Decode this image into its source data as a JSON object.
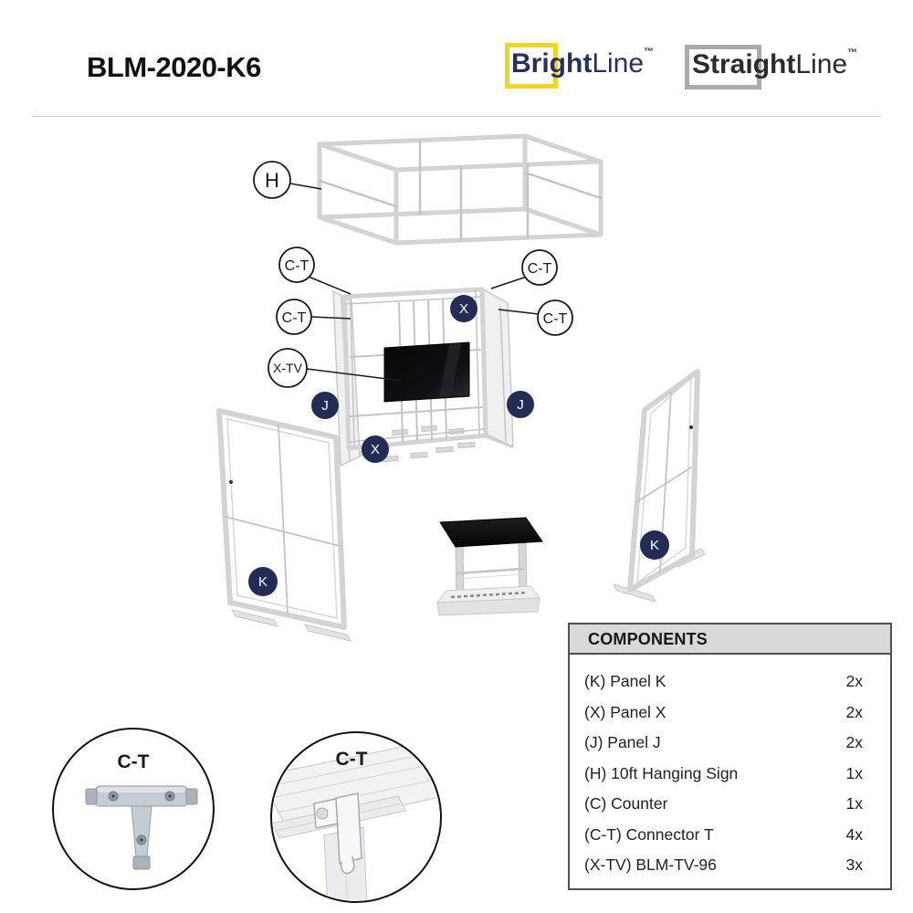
{
  "colors": {
    "navy": "#242b54",
    "brand-navy": "#262f5e",
    "brand-yellow": "#f0d71e",
    "brand-gray": "#ababab",
    "ink": "#1a1a1a",
    "steel": "#d3d3d6",
    "table-border": "#4f4f4f",
    "table-header-bg": "#d9d9d9"
  },
  "header": {
    "title": "BLM-2020-K6",
    "logos": {
      "brightline": {
        "part1": "Bright",
        "part2": "Line",
        "tm": "™"
      },
      "straightline": {
        "part1": "Straight",
        "part2": "Line",
        "tm": "™"
      }
    }
  },
  "diagram": {
    "callout_labels": {
      "h": "H",
      "ct": "C-T",
      "xtv": "X-TV",
      "x": "X",
      "j": "J",
      "k": "K"
    }
  },
  "details": {
    "connector_left_label": "C-T",
    "connector_installed_label": "C-T"
  },
  "components": {
    "header": "COMPONENTS",
    "rows": [
      {
        "name": "(K) Panel K",
        "qty": "2x"
      },
      {
        "name": "(X) Panel X",
        "qty": "2x"
      },
      {
        "name": "(J) Panel J",
        "qty": "2x"
      },
      {
        "name": "(H) 10ft Hanging Sign",
        "qty": "1x"
      },
      {
        "name": "(C) Counter",
        "qty": "1x"
      },
      {
        "name": "(C-T) Connector T",
        "qty": "4x"
      },
      {
        "name": "(X-TV) BLM-TV-96",
        "qty": "3x"
      }
    ]
  }
}
